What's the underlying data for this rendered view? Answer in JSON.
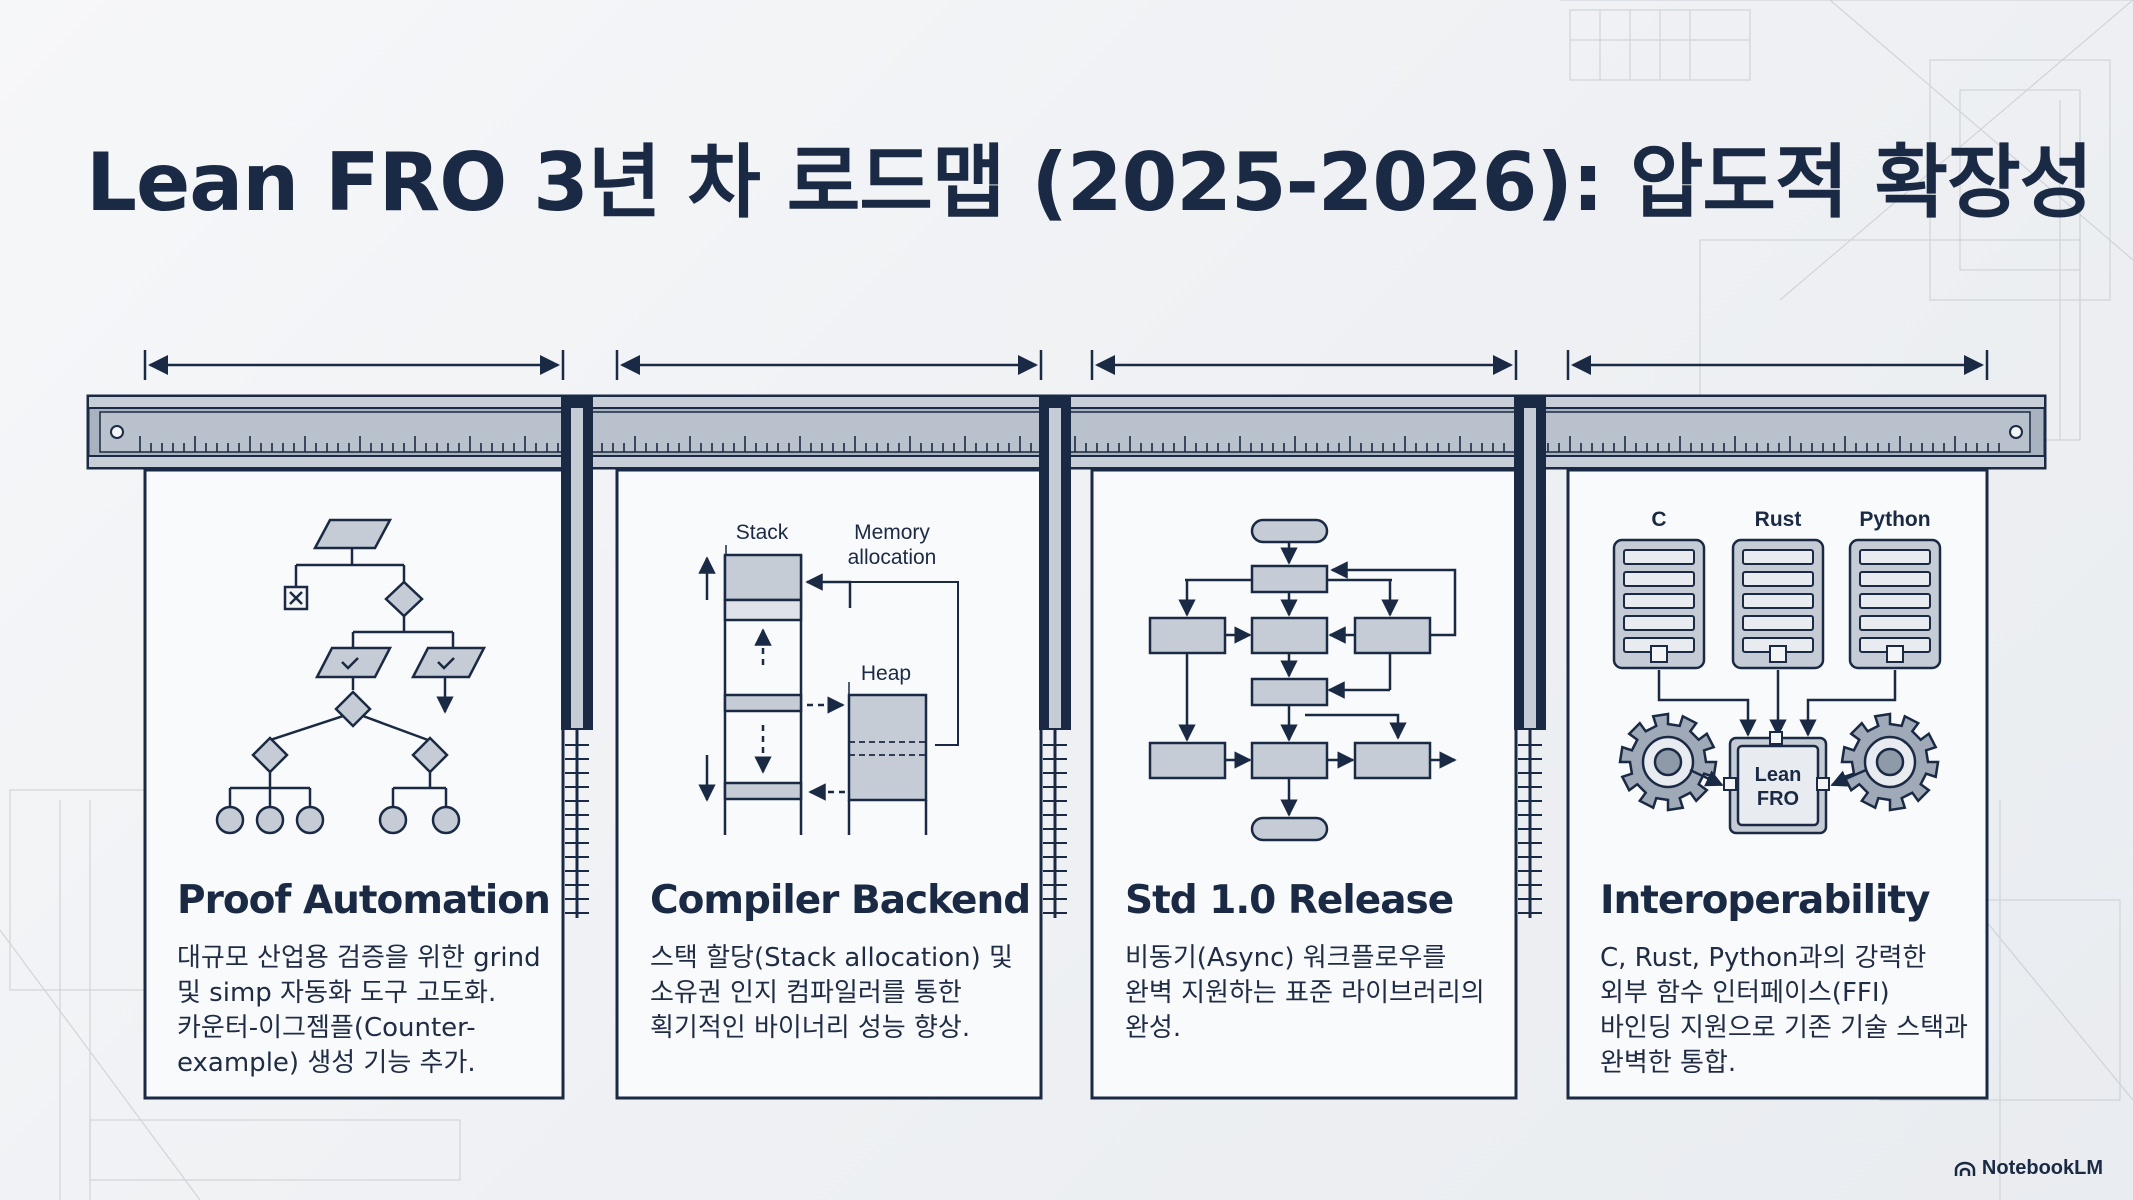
{
  "title": "Lean FRO 3년 차 로드맵 (2025-2026): 압도적 확장성",
  "panels": [
    {
      "title": "Proof Automation",
      "description": "대규모 산업용 검증을 위한 grind\n및 simp 자동화 도구 고도화.\n카운터-이그젬플(Counter-\nexample) 생성 기능 추가."
    },
    {
      "title": "Compiler Backend",
      "description": "스택 할당(Stack allocation) 및\n소유권 인지 컴파일러를 통한\n획기적인 바이너리 성능 향상.",
      "labels": {
        "stack": "Stack",
        "memory": "Memory",
        "allocation": "allocation",
        "heap": "Heap"
      }
    },
    {
      "title": "Std 1.0 Release",
      "description": "비동기(Async) 워크플로우를\n완벽 지원하는 표준 라이브러리의\n완성."
    },
    {
      "title": "Interoperability",
      "description": "C, Rust, Python과의 강력한\n외부 함수 인터페이스(FFI)\n바인딩 지원으로 기존 기술 스택과\n완벽한 통합.",
      "labels": {
        "c": "C",
        "rust": "Rust",
        "python": "Python",
        "lean": "Lean",
        "fro": "FRO"
      }
    }
  ],
  "brand": "NotebookLM",
  "colors": {
    "navy": "#1b2a44",
    "steel": "#a9b2bf",
    "panel": "#f9fafb"
  }
}
